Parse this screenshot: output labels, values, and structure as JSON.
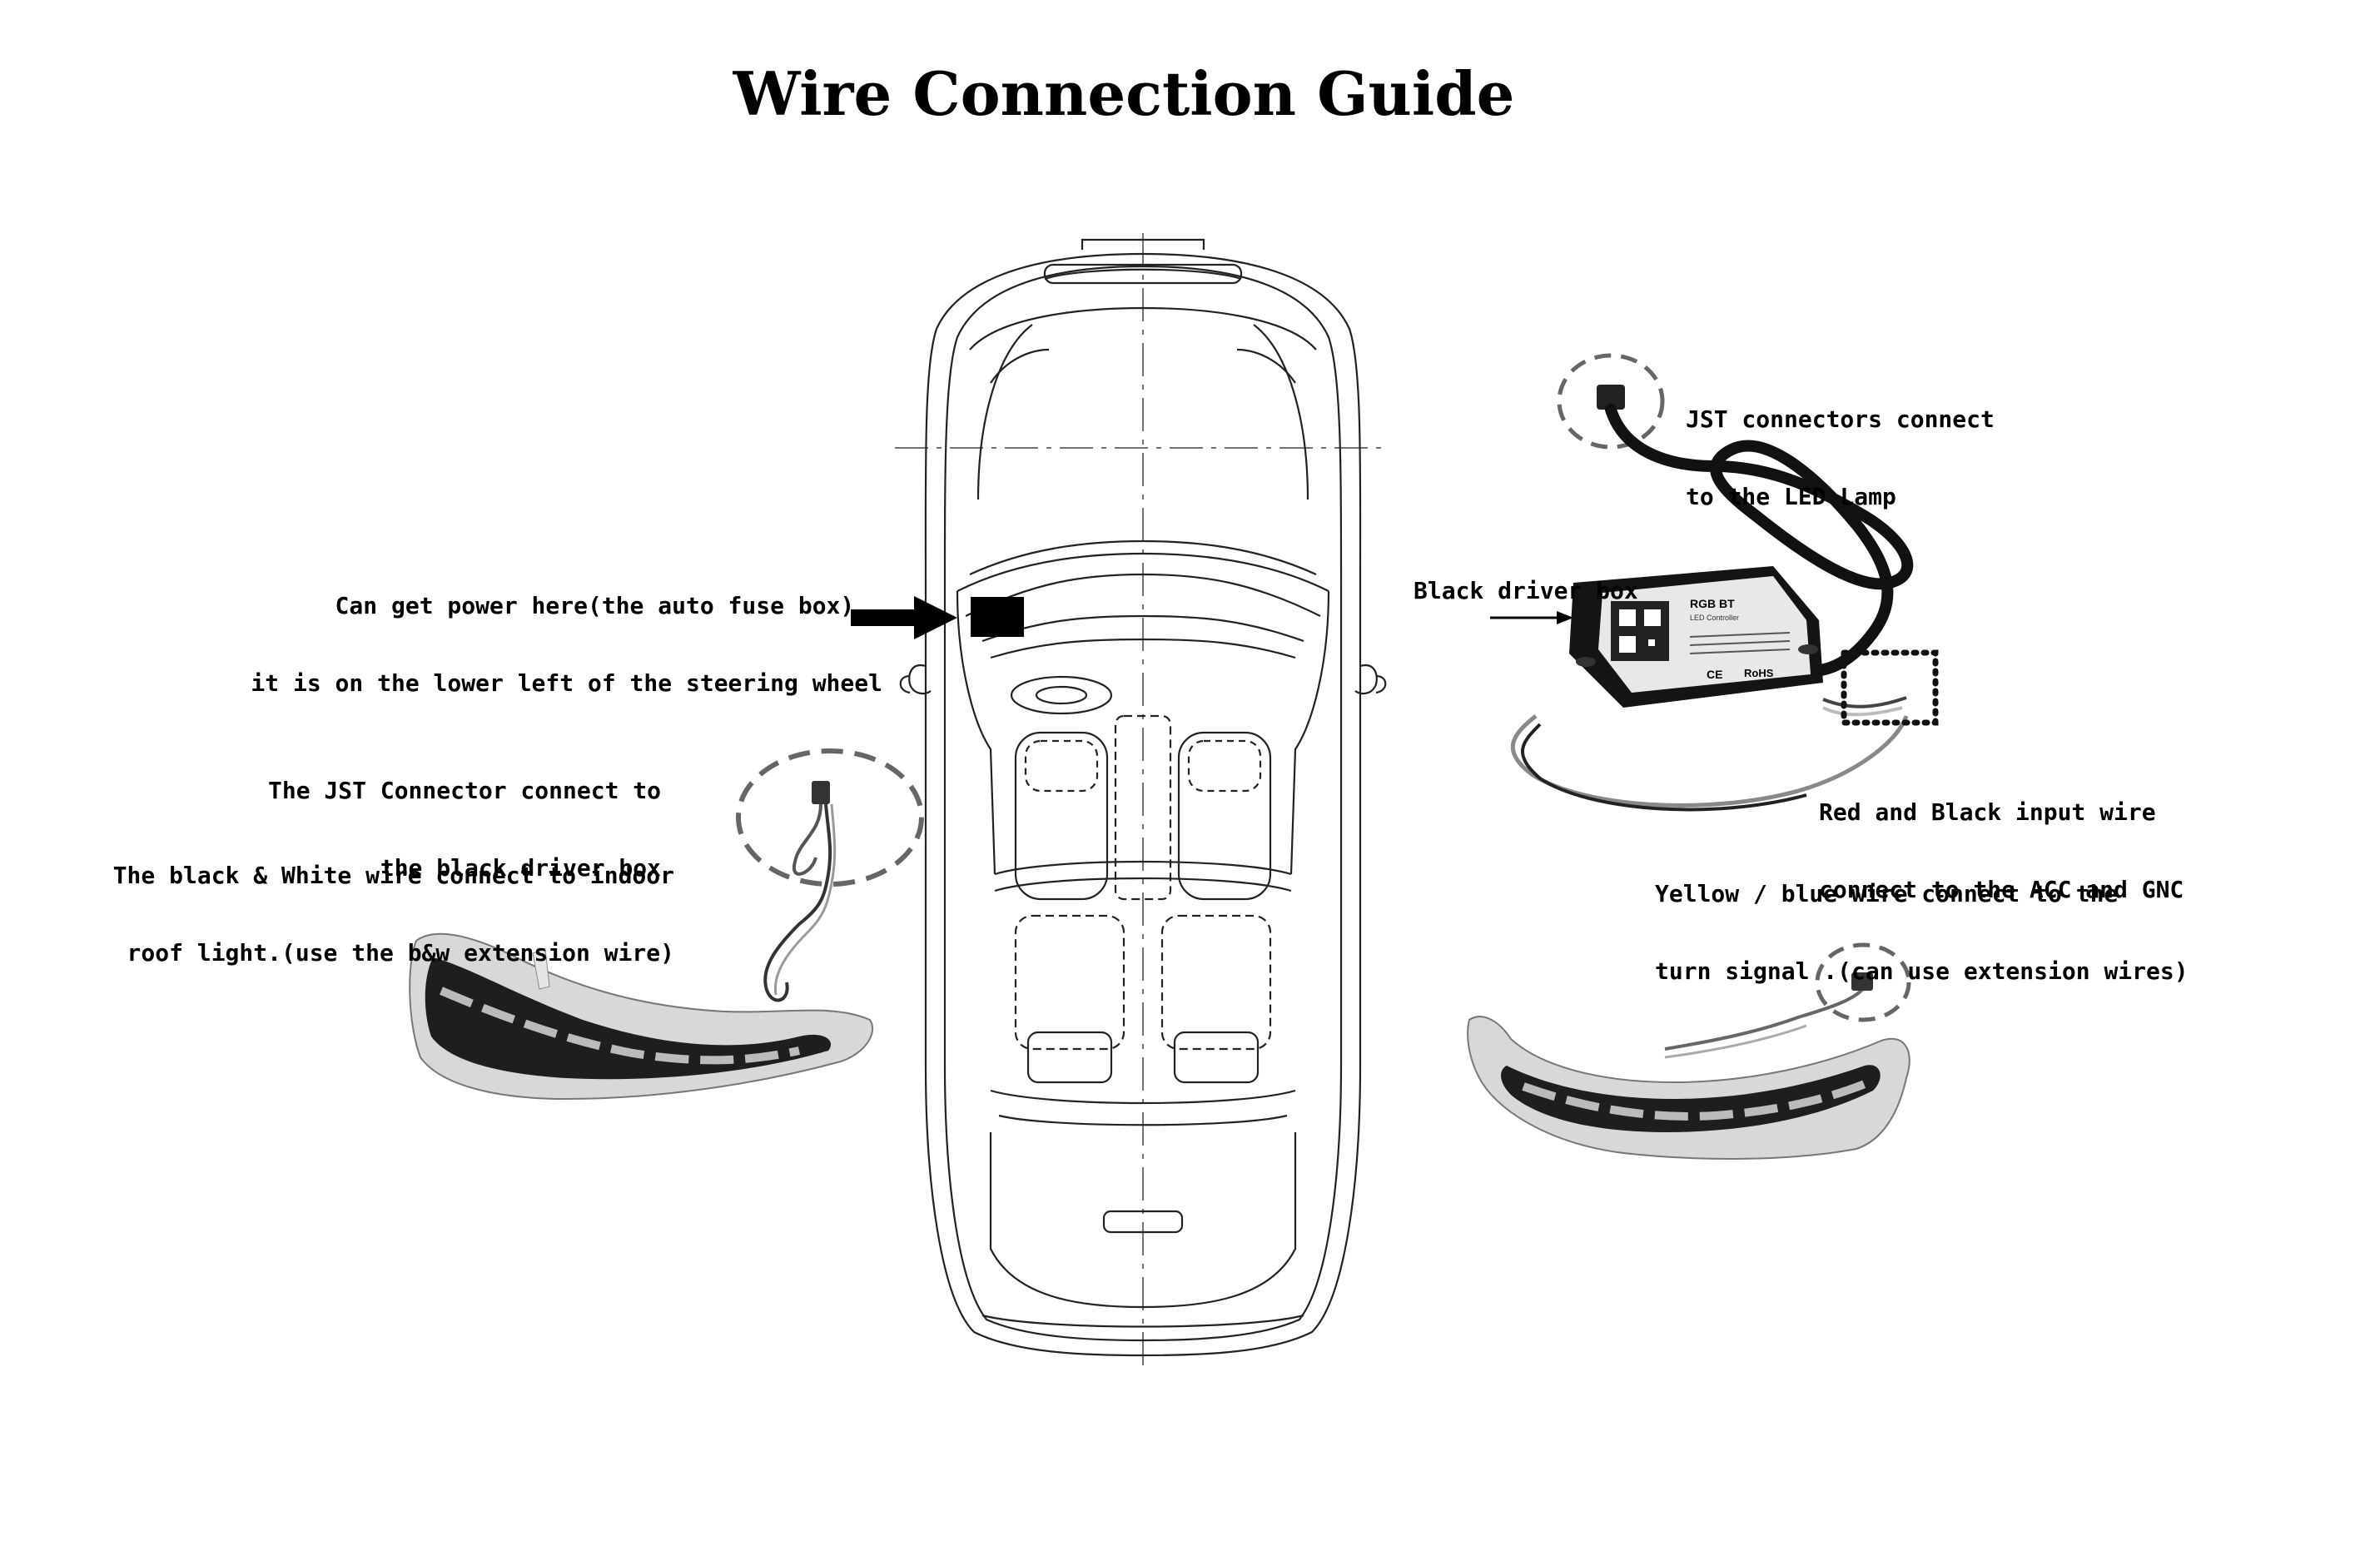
{
  "title": "Wire Connection Guide",
  "labels": {
    "fuse_line1": "Can get power here(the auto fuse box) ,",
    "fuse_line2": "it is on the lower left of the steering wheel",
    "jst_driver_line1": "The JST Connector connect to",
    "jst_driver_line2": "the black driver box",
    "bw_line1": "The black & White wire connect to indoor",
    "bw_line2": "roof light.(use the b&w extension wire)",
    "jst_lamp_line1": "JST connectors connect",
    "jst_lamp_line2": "to the LED Lamp",
    "driver_box": "Black driver box",
    "input_line1": "Red and Black input wire",
    "input_line2": "connect to the ACC and GNC",
    "signal_line1": "Yellow / blue wire connect to the",
    "signal_line2": "turn signal .(can use extension wires)"
  },
  "box_text": {
    "brand": "RGB BT",
    "sub": "LED Controller",
    "ce": "CE",
    "rohs": "RoHS"
  },
  "colors": {
    "ink": "#000000",
    "outline": "#222222",
    "dash_circle": "#666666",
    "lamp_lens": "#d8d8d8",
    "lamp_body": "#1e1e1e"
  }
}
